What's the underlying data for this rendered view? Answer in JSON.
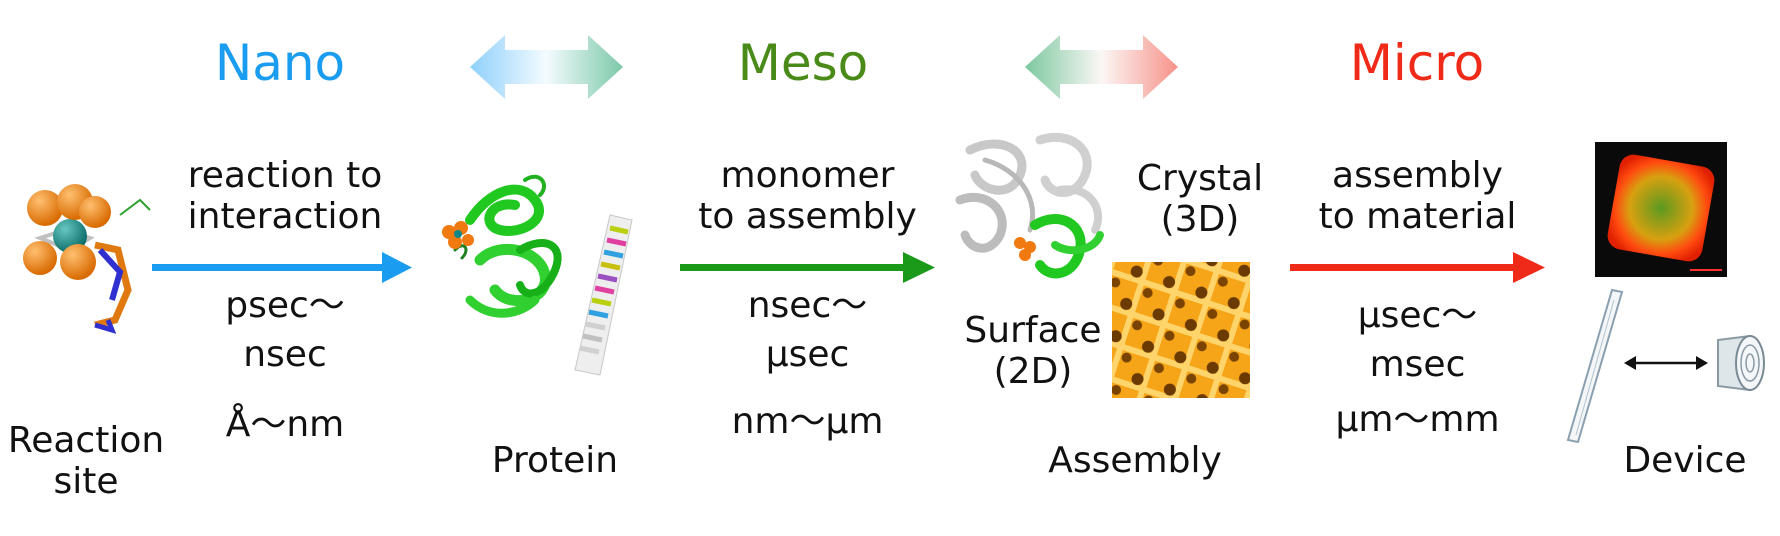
{
  "scales": {
    "nano": {
      "label": "Nano",
      "color": "#1a9cf0"
    },
    "meso": {
      "label": "Meso",
      "color": "#4a8a18"
    },
    "micro": {
      "label": "Micro",
      "color": "#f02a18"
    }
  },
  "arrows": {
    "nano_to_meso": {
      "desc_line1": "reaction to",
      "desc_line2": "interaction",
      "time_line1": "psec〜",
      "time_line2": "nsec",
      "length": "Å〜nm",
      "color": "#1a9cf0"
    },
    "meso_to_micro": {
      "desc_line1": "monomer",
      "desc_line2": "to assembly",
      "time_line1": "nsec〜",
      "time_line2": "μsec",
      "length": "nm〜μm",
      "color": "#1a9a18"
    },
    "micro_to_device": {
      "desc_line1": "assembly",
      "desc_line2": "to material",
      "time_line1": "μsec〜",
      "time_line2": "msec",
      "length": "μm〜mm",
      "color": "#f02a18"
    }
  },
  "labels": {
    "reaction_site_line1": "Reaction",
    "reaction_site_line2": "site",
    "protein": "Protein",
    "crystal_line1": "Crystal",
    "crystal_line2": "(3D)",
    "surface_line1": "Surface",
    "surface_line2": "(2D)",
    "assembly": "Assembly",
    "device": "Device"
  }
}
